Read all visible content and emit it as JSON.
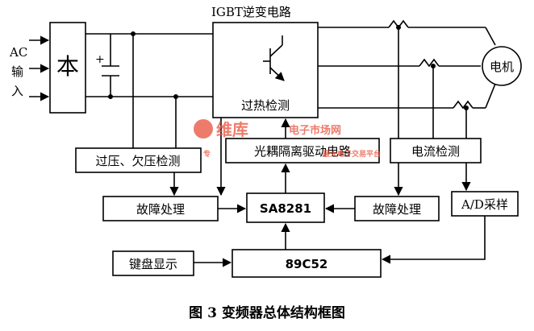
{
  "input": {
    "line1": "AC",
    "line2": "输",
    "line3": "入"
  },
  "rectifier": {
    "symbol": "本",
    "cap_plus": "+"
  },
  "blocks": {
    "igbt_title": "IGBT逆变电路",
    "overheat": "过热检测",
    "motor": "电机",
    "ov_uv": "过压、欠压检测",
    "opto_drive": "光耦隔离驱动电路",
    "current_detect": "电流检测",
    "fault_left": "故障处理",
    "sa8281": "SA8281",
    "fault_right": "故障处理",
    "adc": "A/D采样",
    "keypad": "键盘显示",
    "mcu": "89C52"
  },
  "watermark": {
    "brand": "维库",
    "site": "电子市场网",
    "tagline": "专",
    "suffix": "最大电子交易平台"
  },
  "caption": "图 3  变频器总体结构框图"
}
